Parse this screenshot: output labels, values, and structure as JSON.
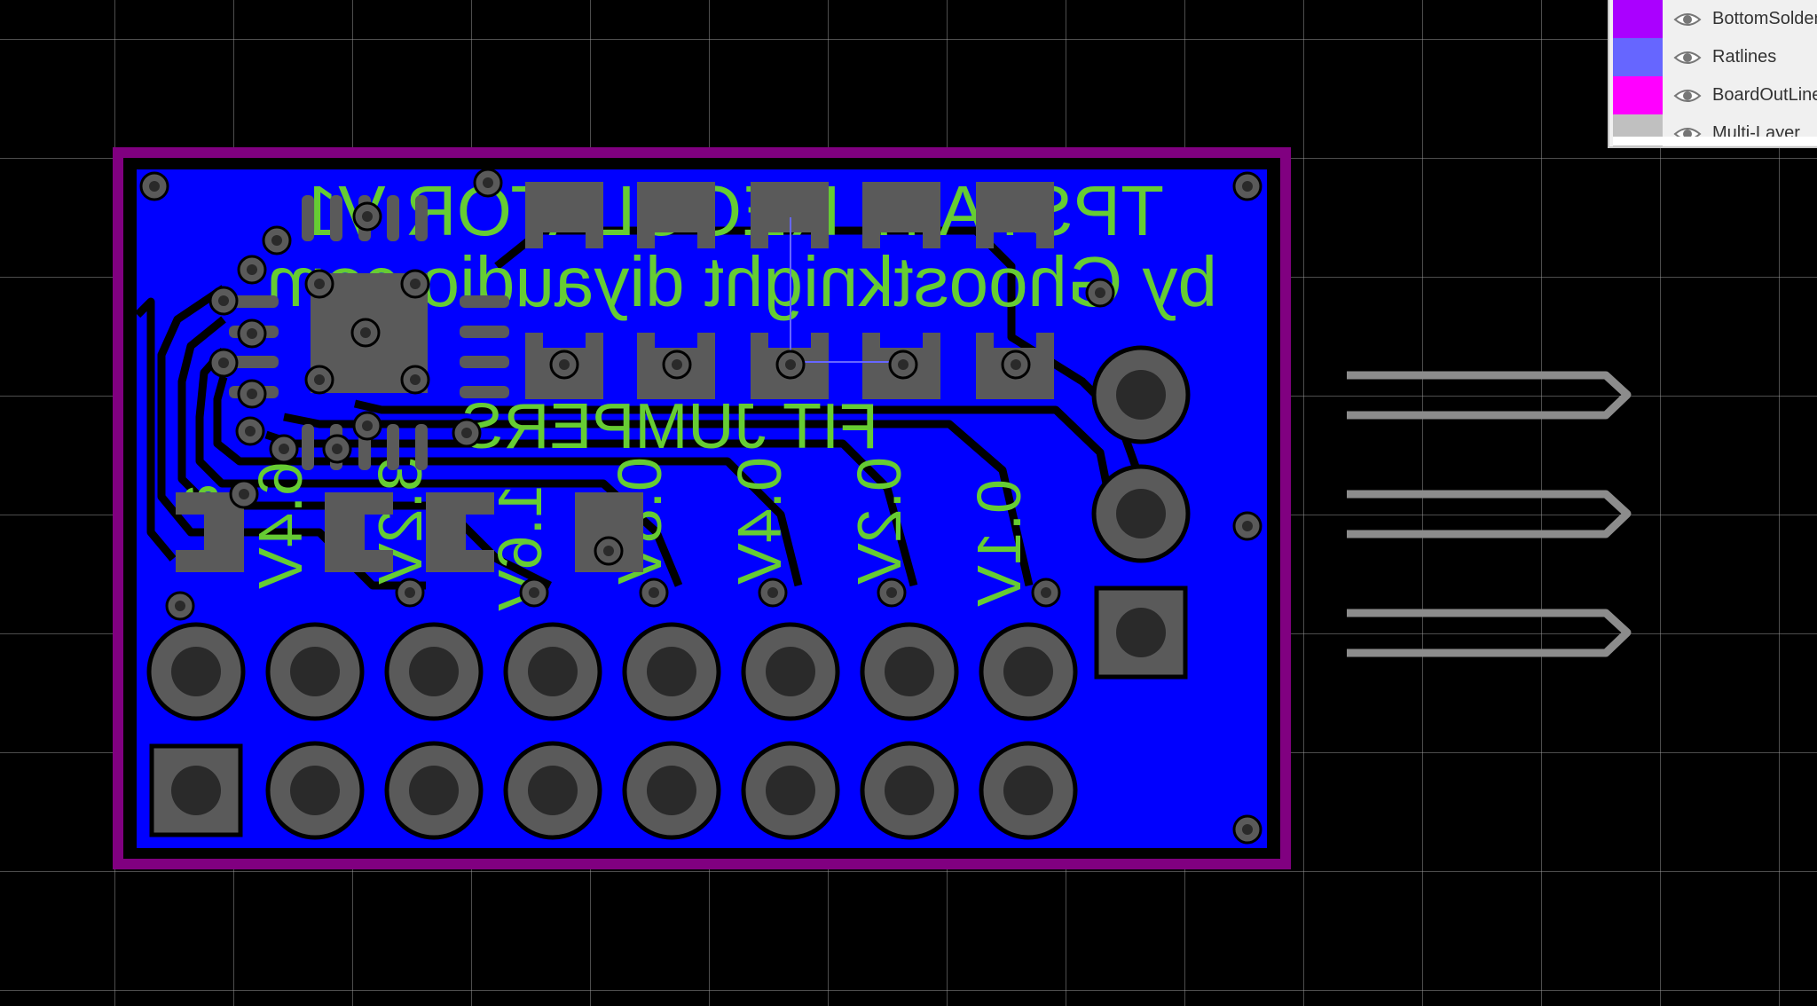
{
  "board": {
    "silk_title": "TPS7A47 REGULATOR V1",
    "silk_subtitle": "by Ghoostknight diyaudio.com",
    "silk_fit": "FIT JUMPERS",
    "voltage_labels": [
      "6.4V",
      "3.2V",
      "1.6V",
      "0.8V",
      "0.4V",
      "0.2V",
      "0.1V"
    ],
    "partial_label_left": "a",
    "colors": {
      "background": "#000000",
      "grid": "#ffffff",
      "outline": "#800080",
      "copper": "#0000ff",
      "silk": "#66cc33",
      "pad": "#5a5a5a",
      "ratline": "#6666ff",
      "footprint": "#8c8c8c"
    }
  },
  "layers_panel": {
    "layers": [
      {
        "name": "BottomSolderMaskLayer",
        "color": "#aa00ff",
        "icon": "eye-icon"
      },
      {
        "name": "Ratlines",
        "color": "#6666ff",
        "icon": "eye-icon"
      },
      {
        "name": "BoardOutLine",
        "color": "#ff00ff",
        "icon": "eye-icon"
      },
      {
        "name": "Multi-Layer",
        "color": "#c0c0c0",
        "icon": "eye-icon"
      }
    ]
  }
}
